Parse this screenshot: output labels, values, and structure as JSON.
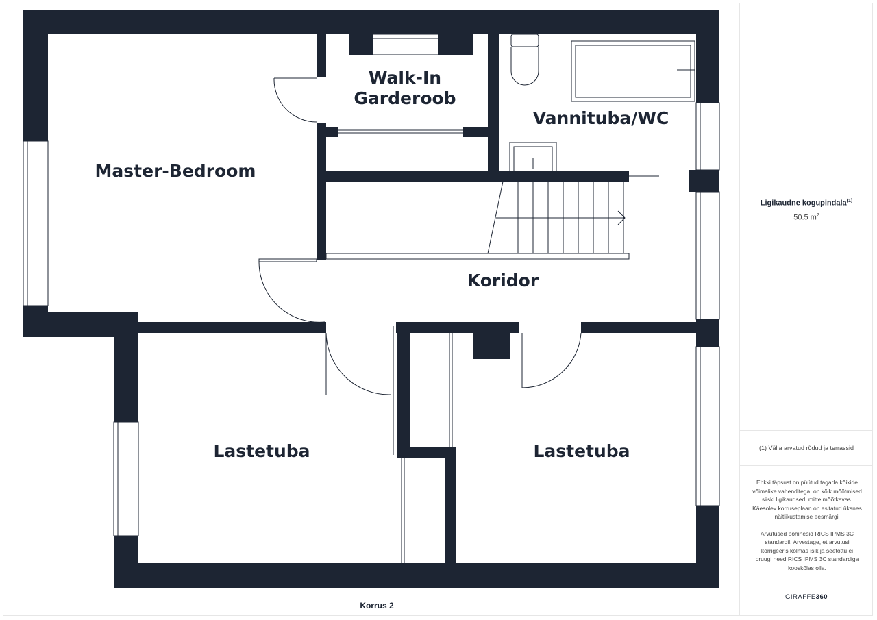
{
  "rooms": {
    "master_bedroom": "Master-Bedroom",
    "walk_in_line1": "Walk-In",
    "walk_in_line2": "Garderoob",
    "bathroom": "Vannituba/WC",
    "corridor": "Koridor",
    "kids_room_left": "Lastetuba",
    "kids_room_right": "Lastetuba"
  },
  "floor_label": "Korrus 2",
  "sidebar": {
    "area_title": "Ligikaudne kogupindala",
    "area_title_ref": "(1)",
    "area_value": "50.5 m",
    "area_unit_sup": "2",
    "footnote": "(1) Välja arvatud rõdud ja terrassid",
    "disclaimer_1": "Ehkki täpsust on püütud tagada kõikide võimalike vahenditega, on kõik mõõtmised siiski ligikaudsed, mitte mõõtkavas. Käesolev korruseplaan on esitatud üksnes näitlikustamise eesmärgil",
    "disclaimer_2": "Arvutused põhinesid RICS IPMS 3C standardil. Arvestage, et arvutusi korrigeeris kolmas isik ja seetõttu ei pruugi need RICS IPMS 3C standardiga kooskõlas olla.",
    "brand_prefix": "GIRAFFE",
    "brand_suffix": "360"
  },
  "colors": {
    "wall": "#1d2533",
    "background": "#ffffff",
    "thin_line": "#1d2533"
  }
}
